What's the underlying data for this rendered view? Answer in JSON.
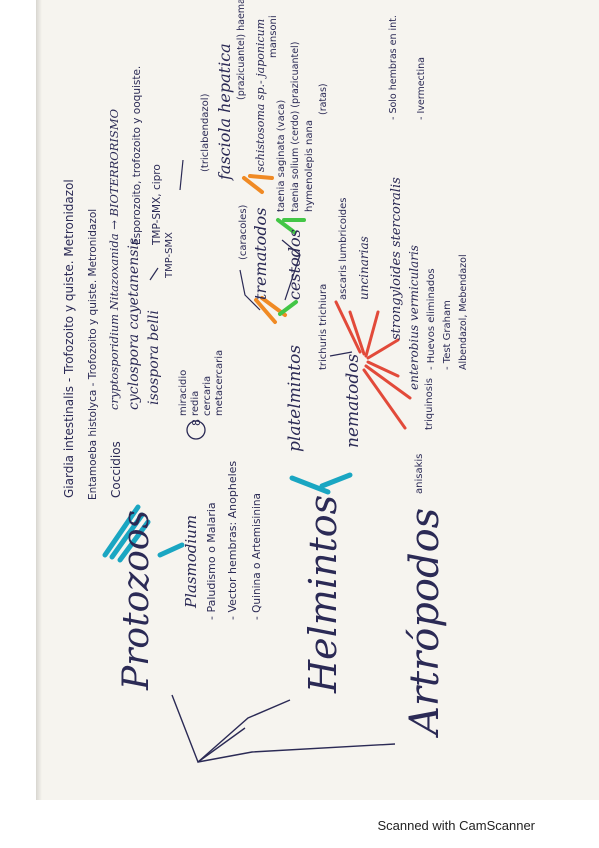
{
  "watermark": "Scanned with CamScanner",
  "colors": {
    "ink": "#2b2a55",
    "teal": "#1aa6c2",
    "orange": "#f08a24",
    "green": "#43c646",
    "red": "#e24a3a"
  },
  "groups": {
    "protozoos": "Protozoos",
    "helmintos": "Helmintos",
    "artropodos": "Artrópodos"
  },
  "protozoa": {
    "giardia": "Giardia intestinalis - Trofozoito y quiste. Metronidazol",
    "entamoeba": "Entamoeba histolyca - Trofozoito y quiste. Metronidazol",
    "cryptosporidium": "cryptosporidium Nitazoxanida → BIOTERRORISMO",
    "cocciclios": "Coccidios",
    "cyclospora": "cyclospora cayetanensis",
    "isospora": "isospora belli",
    "esporozoito": "Esporozoito, trofozoito y ooquiste.",
    "tmp_cip": "TMP-SMX, cipro",
    "tmp_smx": "TMP-SMX",
    "plasmodium": "Plasmodium",
    "paludismo": "- Paludismo o Malaria",
    "vector": "- Vector hembras: Anopheles",
    "quinina": "- Quinina o Artemisinina"
  },
  "helmintos": {
    "circled_number": "8",
    "miracidio": "miracidio",
    "redia": "redia",
    "cercaria": "cercaria",
    "metacercaria": "metacercaria",
    "platelmintos": "platelmintos",
    "trematodos": "trematodos",
    "cestodos": "cestodos",
    "fasciola": "fasciola hepatica",
    "triclabendazol": "(triclabendazol)",
    "caracoles": "(caracoles)",
    "schistosoma": "schistosoma sp.- japonicum",
    "prazi_1": "(prazicuantel) haematobium",
    "mansoni": "mansoni",
    "taenia_sag": "taenia saginata (vaca)",
    "taenia_sol": "taenia solium (cerdo) (prazicuantel)",
    "hymenolepis": "hymenolepis nana",
    "ratas": "(ratas)",
    "nematodos": "nematodos",
    "trichuris": "trichuris trichiura",
    "ascaris": "ascaris lumbricoides",
    "uncinarias": "uncinarias",
    "strongyloides": "strongyloides stercoralis",
    "solo_hembras": "- Solo hembras en int.",
    "ivermectina": "- Ivermectina",
    "enterobius": "enterobius vermicularis",
    "huevos": "- Huevos eliminados",
    "test_graham": "- Test Graham",
    "albendazol": "Albendazol, Mebendazol",
    "triquinosis": "triquinosis",
    "anisakis": "anisakis"
  }
}
